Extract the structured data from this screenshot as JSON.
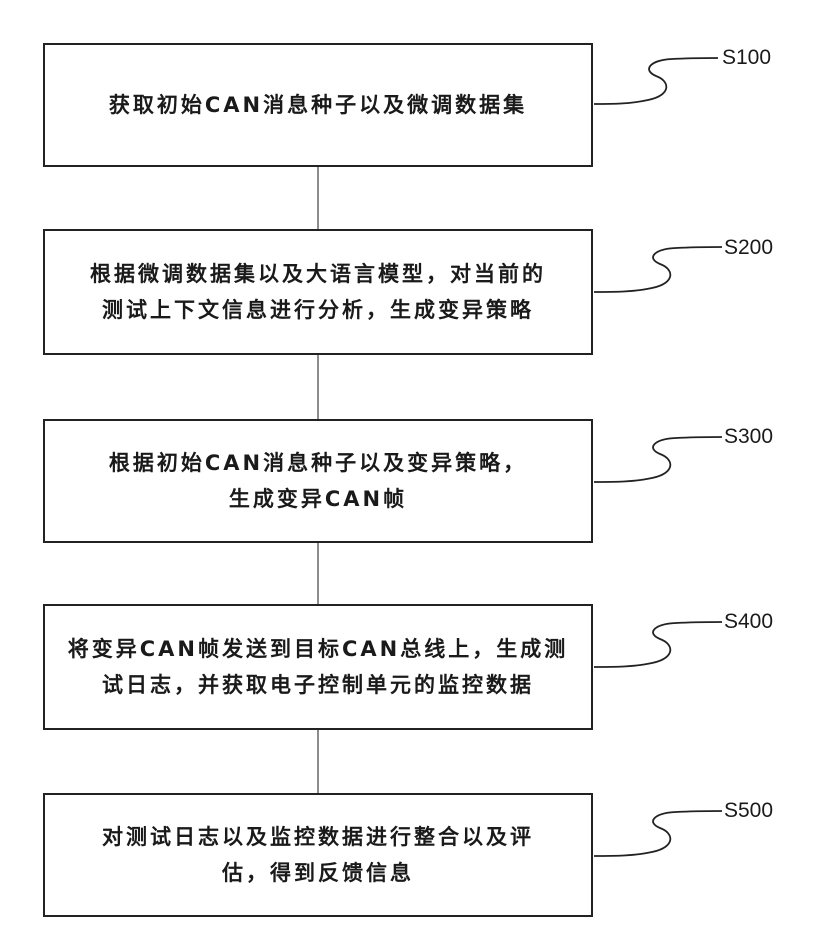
{
  "steps": [
    {
      "id": "S100",
      "text": "获取初始CAN消息种子以及微调数据集"
    },
    {
      "id": "S200",
      "text": "根据微调数据集以及大语言模型，对当前的\n测试上下文信息进行分析，生成变异策略"
    },
    {
      "id": "S300",
      "text": "根据初始CAN消息种子以及变异策略，\n生成变异CAN帧"
    },
    {
      "id": "S400",
      "text": "将变异CAN帧发送到目标CAN总线上，生成测\n试日志，并获取电子控制单元的监控数据"
    },
    {
      "id": "S500",
      "text": "对测试日志以及监控数据进行整合以及评\n估，得到反馈信息"
    }
  ],
  "colors": {
    "stroke": "#222222",
    "connector": "#666666"
  }
}
